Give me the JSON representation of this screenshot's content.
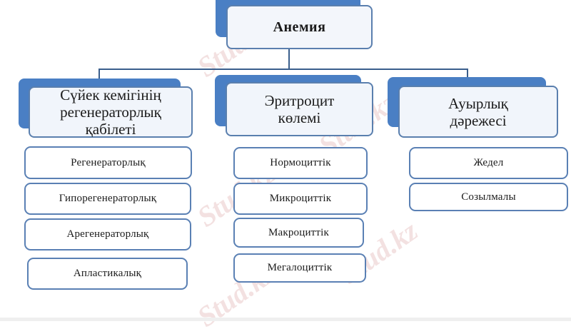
{
  "diagram": {
    "root": {
      "label": "Анемия"
    },
    "categories": [
      {
        "label": "Сүйек кемігінің регенераторлық қабілеті",
        "lines": [
          "Сүйек кемігінің",
          "регенераторлық",
          "қабілеті"
        ],
        "items": [
          "Регенераторлық",
          "Гипорегенераторлық",
          "Арегенераторлық",
          "Апластикалық"
        ]
      },
      {
        "label": "Эритроцит көлемі",
        "lines": [
          "Эритроцит",
          "көлемі"
        ],
        "items": [
          "Нормоциттік",
          "Микроциттік",
          "Макроциттік",
          "Мегалоциттік"
        ]
      },
      {
        "label": "Ауырлық дәрежесі",
        "lines": [
          "Ауырлық",
          "дәрежесі"
        ],
        "items": [
          "Жедел",
          "Созылмалы"
        ]
      }
    ]
  },
  "watermark": {
    "text": "Stud.kz"
  },
  "colors": {
    "accent_blue": "#4a7fc4",
    "border": "#5a7fae",
    "connector": "#3a5e8c"
  }
}
